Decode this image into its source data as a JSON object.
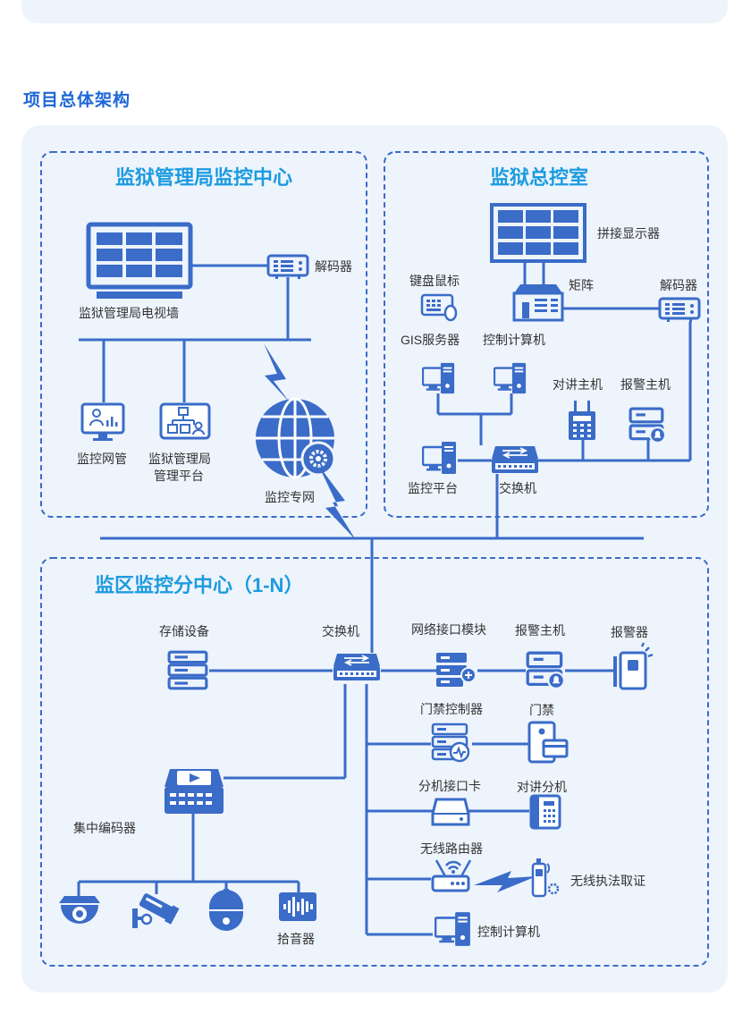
{
  "section_title": "项目总体架构",
  "colors": {
    "primary": "#3a6cc8",
    "accent": "#1c9be0",
    "panel_bg": "#eef4fc",
    "heading": "#1e67d8"
  },
  "groups": {
    "bureau": {
      "title": "监狱管理局监控中心",
      "tv_wall": "监狱管理局电视墙",
      "decoder": "解码器",
      "net_mgmt": "监控网管",
      "mgmt_platform_l1": "监狱管理局",
      "mgmt_platform_l2": "管理平台",
      "private_net": "监控专网"
    },
    "control": {
      "title": "监狱总控室",
      "splice_display": "拼接显示器",
      "keyboard_mouse": "键盘鼠标",
      "matrix": "矩阵",
      "decoder": "解码器",
      "gis_server": "GIS服务器",
      "control_pc": "控制计算机",
      "intercom_host": "对讲主机",
      "alarm_host": "报警主机",
      "monitor_platform": "监控平台",
      "switch": "交换机"
    },
    "sub": {
      "title": "监区监控分中心（1-N）",
      "storage": "存储设备",
      "switch": "交换机",
      "net_module": "网络接口模块",
      "alarm_host": "报警主机",
      "alarm": "报警器",
      "door_ctrl": "门禁控制器",
      "door": "门禁",
      "ext_card": "分机接口卡",
      "intercom_ext": "对讲分机",
      "router": "无线路由器",
      "wireless_evidence": "无线执法取证",
      "encoder": "集中编码器",
      "pickup": "拾音器",
      "control_pc": "控制计算机"
    }
  }
}
